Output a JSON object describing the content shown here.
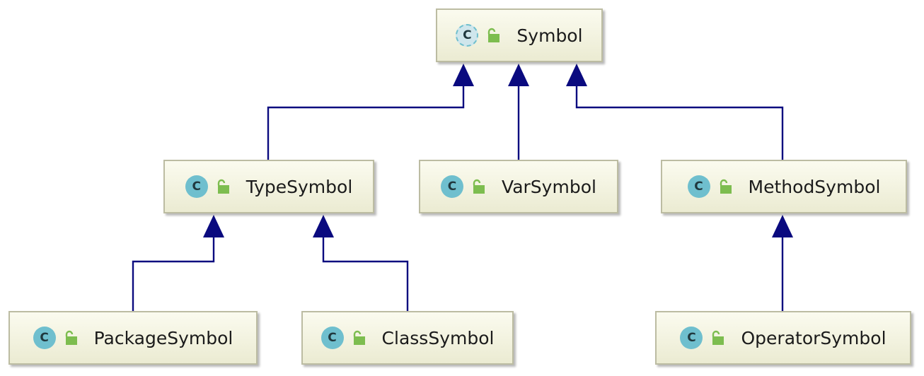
{
  "diagram": {
    "nodes": [
      {
        "id": "symbol",
        "label": "Symbol",
        "icon": "abstract-class-icon",
        "badge": "C",
        "visibility": "public-icon"
      },
      {
        "id": "type-symbol",
        "label": "TypeSymbol",
        "icon": "class-icon",
        "badge": "C",
        "visibility": "public-icon"
      },
      {
        "id": "var-symbol",
        "label": "VarSymbol",
        "icon": "class-icon",
        "badge": "C",
        "visibility": "public-icon"
      },
      {
        "id": "method-symbol",
        "label": "MethodSymbol",
        "icon": "class-icon",
        "badge": "C",
        "visibility": "public-icon"
      },
      {
        "id": "package-symbol",
        "label": "PackageSymbol",
        "icon": "class-icon",
        "badge": "C",
        "visibility": "public-icon"
      },
      {
        "id": "class-symbol",
        "label": "ClassSymbol",
        "icon": "class-icon",
        "badge": "C",
        "visibility": "public-icon"
      },
      {
        "id": "operator-symbol",
        "label": "OperatorSymbol",
        "icon": "class-icon",
        "badge": "C",
        "visibility": "public-icon"
      }
    ],
    "edges": [
      {
        "from": "type-symbol",
        "to": "symbol",
        "kind": "extends"
      },
      {
        "from": "var-symbol",
        "to": "symbol",
        "kind": "extends"
      },
      {
        "from": "method-symbol",
        "to": "symbol",
        "kind": "extends"
      },
      {
        "from": "package-symbol",
        "to": "type-symbol",
        "kind": "extends"
      },
      {
        "from": "class-symbol",
        "to": "type-symbol",
        "kind": "extends"
      },
      {
        "from": "operator-symbol",
        "to": "method-symbol",
        "kind": "extends"
      }
    ],
    "colors": {
      "edge": "#0a0a7f",
      "node_border": "#bcbca2",
      "badge": "#6fbfce",
      "lock": "#7dbd4f"
    }
  }
}
